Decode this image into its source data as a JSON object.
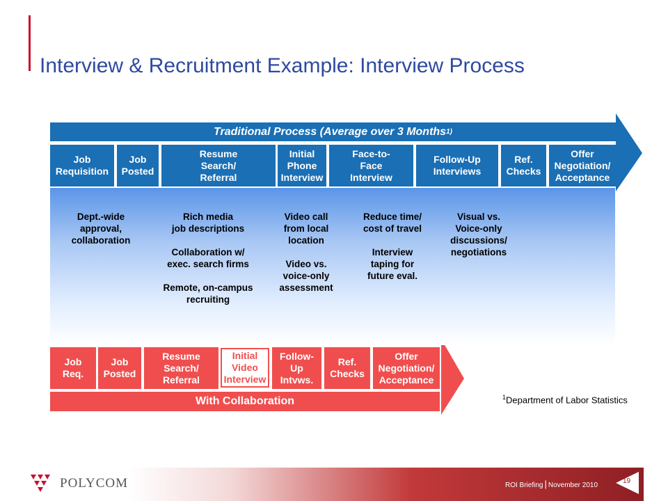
{
  "title": "Interview & Recruitment Example: Interview Process",
  "traditional": {
    "header": "Traditional Process (Average over 3 Months",
    "header_sup": "1)",
    "steps": [
      "Job\nRequisition",
      "Job\nPosted",
      "Resume\nSearch/\nReferral",
      "Initial\nPhone\nInterview",
      "Face-to-\nFace\nInterview",
      "Follow-Up\nInterviews",
      "Ref.\nChecks",
      "Offer\nNegotiation/\nAcceptance"
    ]
  },
  "benefits": [
    "Dept.-wide\napproval,\ncollaboration",
    "Rich media\njob descriptions\n\nCollaboration w/\nexec. search firms\n\nRemote, on-campus\nrecruiting",
    "Video call\nfrom local\nlocation\n\nVideo vs.\nvoice-only\nassessment",
    "Reduce time/\ncost of travel\n\nInterview\ntaping for\nfuture eval.",
    "Visual vs.\nVoice-only\ndiscussions/\nnegotiations"
  ],
  "collaboration": {
    "footer": "With Collaboration",
    "steps": [
      "Job\nReq.",
      "Job\nPosted",
      "Resume\nSearch/\nReferral",
      "Initial\nVideo\nInterview",
      "Follow-\nUp\nIntvws.",
      "Ref.\nChecks",
      "Offer\nNegotiation/\nAcceptance"
    ]
  },
  "footnote": {
    "marker": "1",
    "text": "Department of Labor Statistics"
  },
  "footer": {
    "company": "POLYCOM",
    "briefing": "ROI Briefing",
    "separator": "|",
    "date": "November 2010",
    "page": "19"
  },
  "colors": {
    "title_blue": "#2e4a9e",
    "process_blue": "#1a6fb5",
    "collab_red": "#f04e4e",
    "accent_red": "#c8102e"
  }
}
